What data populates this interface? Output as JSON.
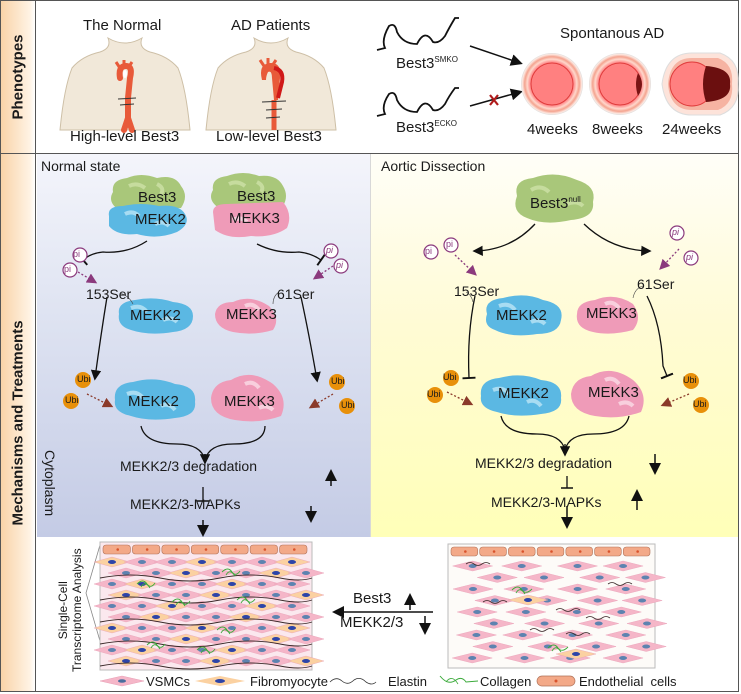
{
  "sections": {
    "phenotypes_label": "Phenotypes",
    "mechanisms_label": "Mechanisms and Treatments"
  },
  "phenotypes": {
    "normal": {
      "title": "The Normal",
      "caption": "High-level Best3"
    },
    "ad_patients": {
      "title": "AD Patients",
      "caption": "Low-level Best3"
    },
    "mice": [
      {
        "name": "Best3",
        "superscript": "SMKO",
        "leads_to_ad": true
      },
      {
        "name": "Best3",
        "superscript": "ECKO",
        "leads_to_ad": false
      }
    ],
    "spontaneous_title": "Spontanous AD",
    "timepoints": [
      "4weeks",
      "8weeks",
      "24weeks"
    ]
  },
  "normal_state": {
    "title": "Normal state",
    "complex_left": {
      "top": "Best3",
      "bottom": "MEKK2"
    },
    "complex_right": {
      "top": "Best3",
      "bottom": "MEKK3"
    },
    "phospho_label": "pi",
    "site_left": "153Ser",
    "site_right": "61Ser",
    "kinase_left": "MEKK2",
    "kinase_right": "MEKK3",
    "ubi_label": "Ubi",
    "degradation": {
      "text": "MEKK2/3 degradation",
      "direction": "up"
    },
    "mapks": {
      "text": "MEKK2/3-MAPKs",
      "direction": "down"
    },
    "compartment": "Cytoplasm"
  },
  "aortic_dissection": {
    "title": "Aortic Dissection",
    "best3": {
      "name": "Best3",
      "superscript": "null"
    },
    "phospho_label": "pi",
    "site_left": "153Ser",
    "site_right": "61Ser",
    "kinase_left": "MEKK2",
    "kinase_right": "MEKK3",
    "ubi_label": "Ubi",
    "degradation": {
      "text": "MEKK2/3 degradation",
      "direction": "down"
    },
    "mapks": {
      "text": "MEKK2/3-MAPKs",
      "direction": "up"
    }
  },
  "tissue": {
    "analysis_label_line1": "Single-Cell",
    "analysis_label_line2": "Transcriptome Analysis",
    "treatment": {
      "best3": "Best3",
      "best3_direction": "up",
      "mekk": "MEKK2/3",
      "mekk_direction": "down"
    }
  },
  "legend": [
    {
      "icon": "vsmc-icon",
      "label": "VSMCs"
    },
    {
      "icon": "fibromyocyte-icon",
      "label": "Fibromyocyte"
    },
    {
      "icon": "elastin-icon",
      "label": "Elastin"
    },
    {
      "icon": "collagen-icon",
      "label": "Collagen"
    },
    {
      "icon": "endothelial-cell-icon",
      "label": "Endothelial  cells"
    }
  ],
  "colors": {
    "best3_green": "#a9c77a",
    "mekk2_blue": "#5bb8e3",
    "mekk3_pink": "#ef9bb8",
    "phospho_purple": "#8b3a7d",
    "ubi_orange": "#e8900a",
    "ubi_arrow_brown": "#8b3a2a",
    "aorta_red": "#e85a3a",
    "normal_panel_bg": "#c4cbe5",
    "ad_panel_bg": "#ffffb8",
    "sidebar_orange": "#f9d3a8"
  }
}
